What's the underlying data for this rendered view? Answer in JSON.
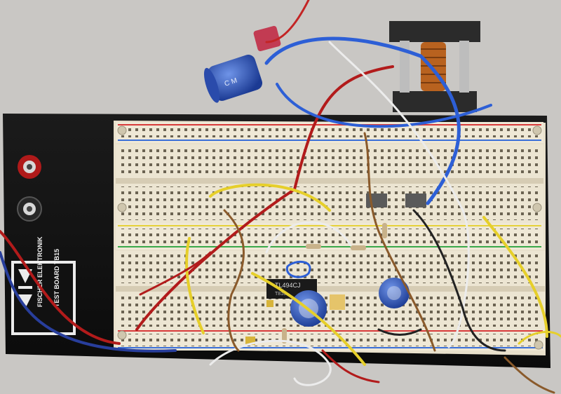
{
  "logo": {
    "brand": "FISCHER ELEKTRONIK",
    "model": "TEST BOARD TB15"
  },
  "components": {
    "ic_label": "TL494CJ",
    "ic_sublabel": "T810",
    "electrolytic_cap_label": "C M"
  },
  "colors": {
    "background": "#c9c7c4",
    "board_base": "#141414",
    "breadboard": "#e8e0cc",
    "rail_red": "#d83a3a",
    "rail_blue": "#3a6fd8",
    "rail_yellow": "#e6d23a",
    "rail_green": "#3aa84a"
  }
}
